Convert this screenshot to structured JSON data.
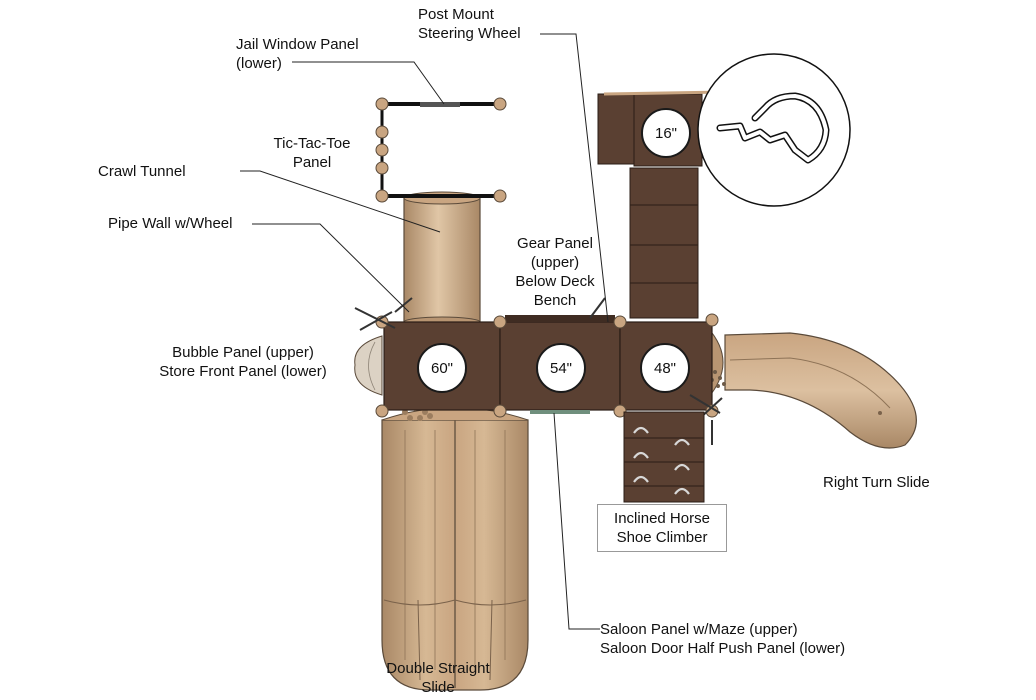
{
  "labels": {
    "post_mount": [
      "Post Mount",
      "Steering Wheel"
    ],
    "jail_window": [
      "Jail Window Panel",
      "(lower)"
    ],
    "tic_tac_toe": [
      "Tic-Tac-Toe",
      "Panel"
    ],
    "crawl_tunnel": "Crawl Tunnel",
    "pipe_wall": "Pipe Wall w/Wheel",
    "gear_panel": [
      "Gear Panel",
      "(upper)",
      "Below Deck",
      "Bench"
    ],
    "bubble_panel": [
      "Bubble Panel (upper)",
      "Store Front Panel (lower)"
    ],
    "right_turn_slide": "Right Turn Slide",
    "horse_shoe": [
      "Inclined Horse",
      "Shoe Climber"
    ],
    "saloon_panel": [
      "Saloon Panel w/Maze (upper)",
      "Saloon Door Half Push Panel (lower)"
    ],
    "double_slide": [
      "Double Straight",
      "Slide"
    ]
  },
  "deck_sizes": {
    "tower": "16\"",
    "deck_left": "60\"",
    "deck_middle": "54\"",
    "deck_right": "48\""
  },
  "colors": {
    "deck": "#5a4032",
    "deck_dark": "#3f2c22",
    "tan": "#c9a581",
    "tan_light": "#dcc0a0",
    "tan_dark": "#a98866",
    "line": "#111111"
  }
}
